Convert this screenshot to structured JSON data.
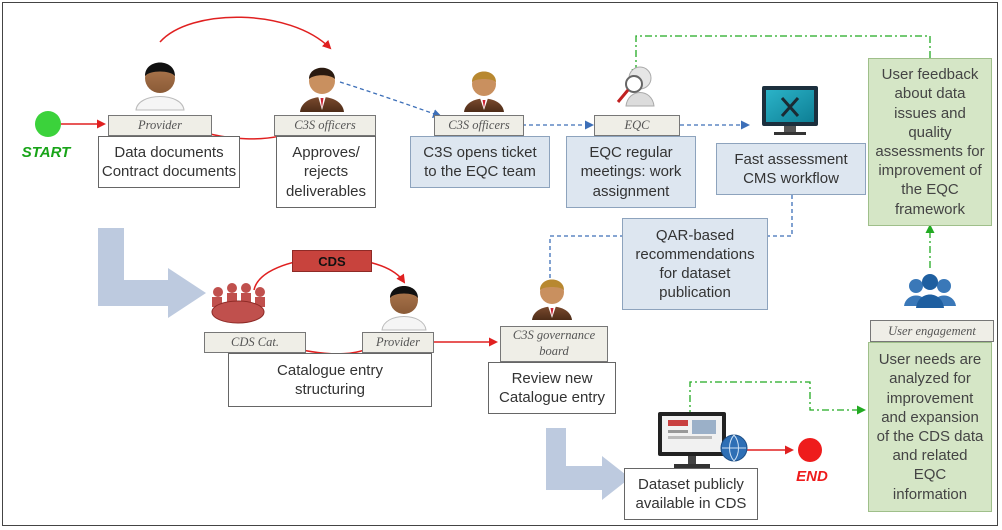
{
  "start": {
    "label": "START"
  },
  "end": {
    "label": "END"
  },
  "roles": {
    "provider_top": "Provider",
    "c3s_officers_1": "C3S officers",
    "c3s_officers_2": "C3S officers",
    "eqc": "EQC",
    "cds_cat": "CDS Cat.",
    "provider_bottom": "Provider",
    "governance_line1": "C3S governance",
    "governance_line2": "board",
    "user_engagement": "User engagement"
  },
  "boxes": {
    "data_docs": [
      "Data documents",
      "Contract documents"
    ],
    "approves": [
      "Approves/",
      "rejects",
      "deliverables"
    ],
    "c3s_ticket": [
      "C3S opens ticket",
      "to the EQC team"
    ],
    "eqc_meetings": [
      "EQC regular",
      "meetings: work",
      "assignment"
    ],
    "fast_assessment": [
      "Fast assessment",
      "CMS workflow"
    ],
    "user_feedback": [
      "User feedback",
      "about data",
      "issues and",
      "quality",
      "assessments for",
      "improvement of",
      "the EQC",
      "framework"
    ],
    "qar": [
      "QAR-based",
      "recommendations",
      "for dataset",
      "publication"
    ],
    "catalogue": [
      "Catalogue entry",
      "structuring"
    ],
    "review": [
      "Review new",
      "Catalogue entry"
    ],
    "user_needs": [
      "User needs are",
      "analyzed for",
      "improvement",
      "and expansion",
      "of the CDS data",
      "and related",
      "EQC",
      "information"
    ],
    "dataset": [
      "Dataset publicly",
      "available in CDS"
    ]
  },
  "cds_tag": "CDS",
  "colors": {
    "start_green": "#3bd23b",
    "start_text": "#18a418",
    "end_red": "#ee1c1c",
    "red_arrow": "#e02020",
    "blue_dash": "#3d6fb8",
    "green_dashdot": "#22aa22",
    "big_arrow": "#b6c4dc"
  },
  "icons": [
    "person-icon",
    "businessman-icon",
    "magnifier-person-icon",
    "monitor-tools-icon",
    "meeting-table-icon",
    "user-group-icon",
    "globe-monitor-icon"
  ]
}
